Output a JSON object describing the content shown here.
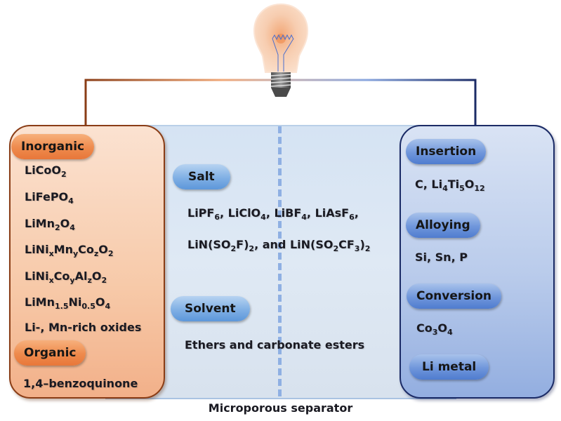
{
  "diagram": {
    "title_caption": "Microporous separator",
    "bulb_icon": "light-bulb-icon",
    "colors": {
      "cathode_border": "#8a3d16",
      "cathode_fill": "#f7c9a8",
      "cathode_pill": "#ee8a4c",
      "anode_border": "#1b2b66",
      "anode_fill": "#b9cbeb",
      "anode_pill": "#6f96db",
      "electrolyte_fill": "#dae6f3",
      "separator_dash": "#8fb0e3",
      "wire_left": "#8a3d16",
      "wire_right": "#1b2b66"
    },
    "cathode": {
      "groups": [
        {
          "label": "Inorganic",
          "items": [
            {
              "parts": [
                [
                  "Li",
                  "CoO"
                ],
                [
                  "2"
                ]
              ],
              "text": "LiCoO2"
            },
            {
              "text": "LiFePO4"
            },
            {
              "text": "LiMn2O4"
            },
            {
              "text": "LiNixMnyCozO2"
            },
            {
              "text": "LiNixCoyAlzO2"
            },
            {
              "text": "LiMn1.5Ni0.5O4"
            },
            {
              "text": "Li-, Mn-rich oxides"
            }
          ]
        },
        {
          "label": "Organic",
          "items": [
            {
              "text": "1,4–benzoquinone"
            }
          ]
        }
      ]
    },
    "electrolyte": {
      "salt": {
        "label": "Salt",
        "line1": "LiPF6, LiClO4, LiBF4, LiAsF6,",
        "line2": "LiN(SO2F)2, and LiN(SO2CF3)2"
      },
      "solvent": {
        "label": "Solvent",
        "line1": "Ethers and carbonate esters"
      }
    },
    "anode": {
      "groups": [
        {
          "label": "Insertion",
          "items": [
            {
              "text": "C, Li4Ti5O12"
            }
          ]
        },
        {
          "label": "Alloying",
          "items": [
            {
              "text": "Si, Sn, P"
            }
          ]
        },
        {
          "label": "Conversion",
          "items": [
            {
              "text": "Co3O4"
            }
          ]
        },
        {
          "label": "Li metal",
          "items": []
        }
      ]
    }
  }
}
